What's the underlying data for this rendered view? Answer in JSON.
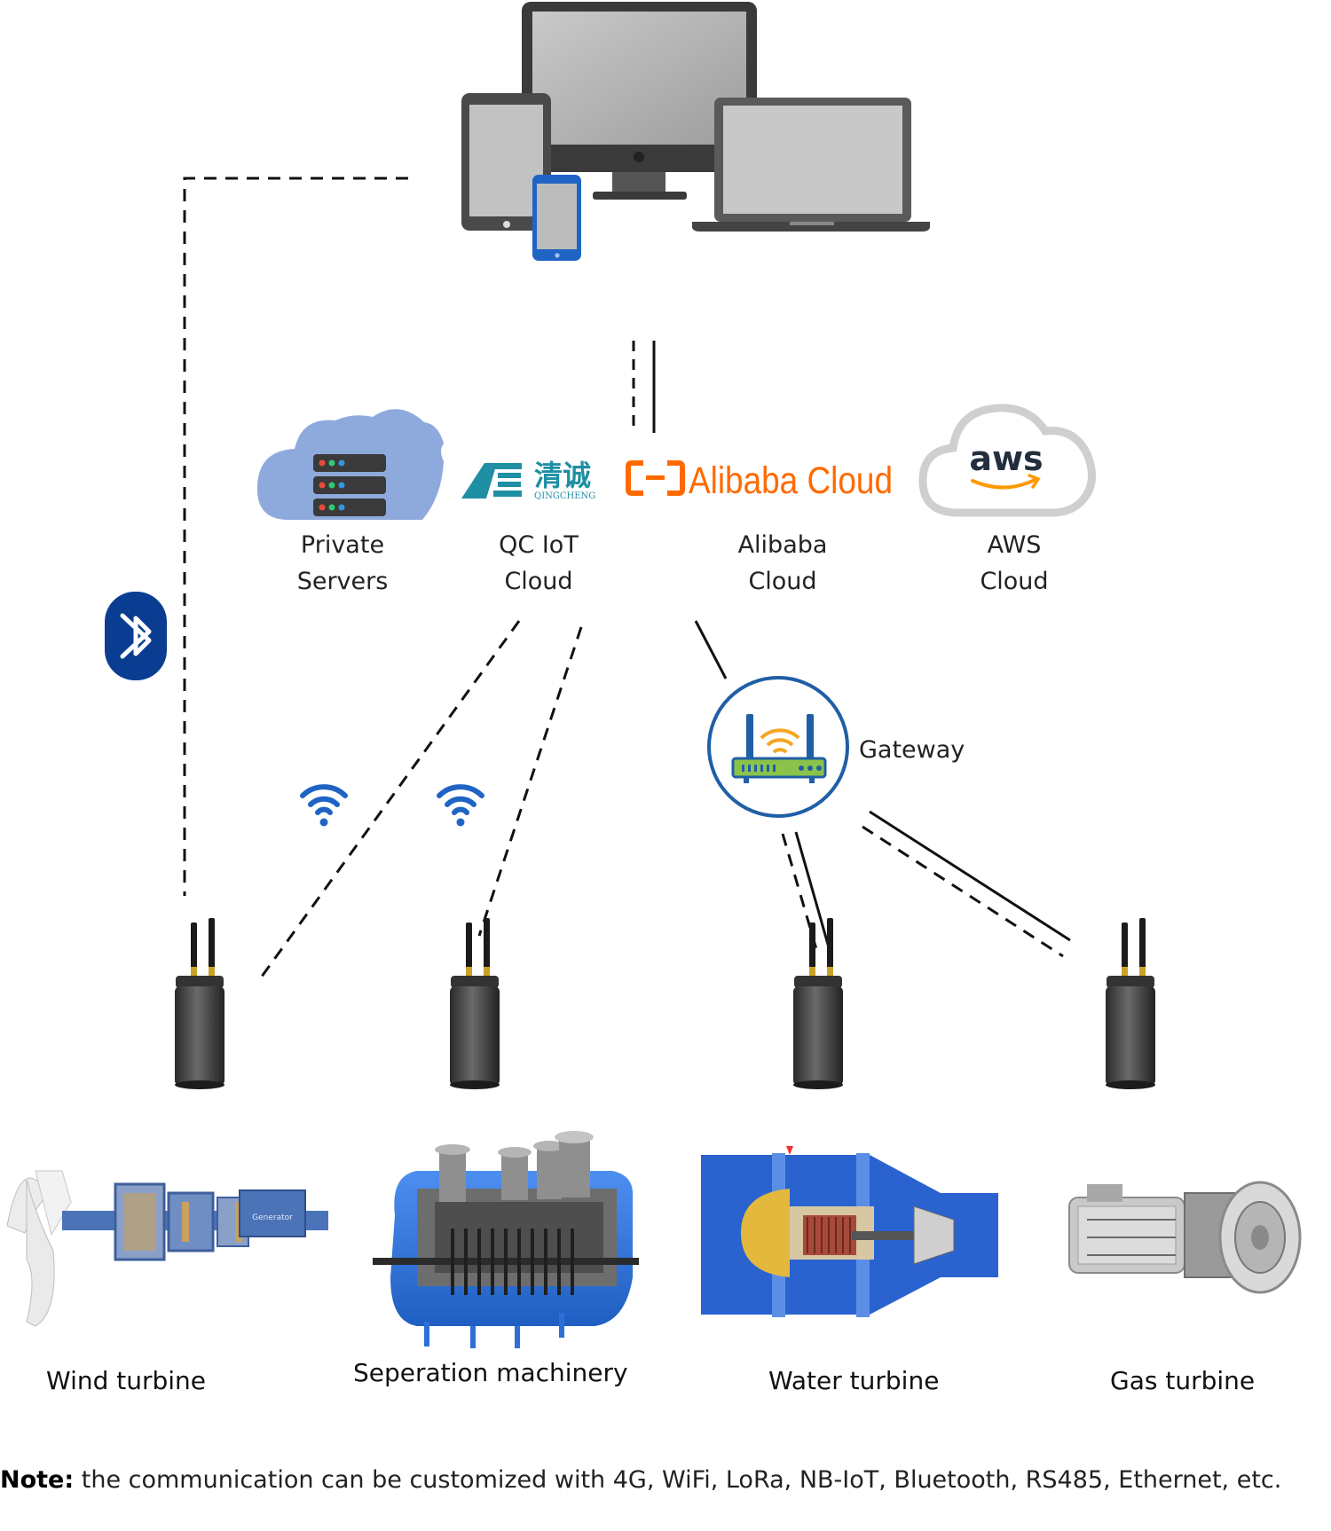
{
  "clouds": {
    "private": {
      "line1": "Private",
      "line2": "Servers"
    },
    "qc": {
      "line1": "QC IoT",
      "line2": "Cloud",
      "logo_cn": "清诚",
      "logo_en": "QINGCHENG"
    },
    "alibaba": {
      "line1": "Alibaba",
      "line2": "Cloud",
      "logo_text": "Alibaba Cloud"
    },
    "aws": {
      "line1": "AWS",
      "line2": "Cloud",
      "logo_text": "aws"
    }
  },
  "gateway": {
    "label": "Gateway"
  },
  "equipment": {
    "wind": "Wind turbine",
    "separation": "Seperation machinery",
    "water": "Water turbine",
    "gas": "Gas turbine"
  },
  "generator_label": "Generator",
  "note": {
    "prefix": "Note:",
    "text": " the communication can be customized with 4G, WiFi, LoRa, NB-IoT, Bluetooth, RS485, Ethernet, etc."
  },
  "colors": {
    "alibaba_orange": "#ff6a00",
    "bluetooth_blue": "#0a3d91",
    "qc_teal": "#1f8fa3",
    "cloud_blue": "#8ea9db",
    "machine_blue": "#2d6fd6"
  },
  "icons": [
    "bluetooth-icon",
    "wifi-icon",
    "router-icon",
    "sensor-icon",
    "server-icon",
    "cloud-icon"
  ]
}
